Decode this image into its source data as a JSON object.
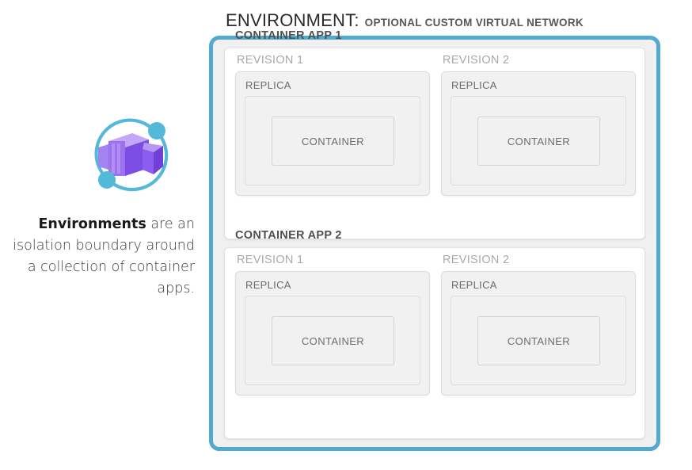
{
  "title": {
    "main": "ENVIRONMENT:",
    "sub": "OPTIONAL CUSTOM VIRTUAL NETWORK"
  },
  "caption": {
    "lead": "Environments",
    "rest": " are an isolation boundary around a collection of container apps."
  },
  "icon": {
    "name": "azure-container-apps-icon",
    "purple_light": "#a383f0",
    "purple_mid": "#8a5cf0",
    "purple_dark": "#6f3fd6",
    "teal": "#53b9d8"
  },
  "colors": {
    "environment_border": "#52a9d2",
    "environment_fill": "#f0f0f0",
    "app_fill": "#ffffff",
    "box_border": "#dcdcdc",
    "app_label_text": "#4f4f4f",
    "revision_label_text": "#a9a9a9",
    "inner_label_text": "#6c6c6c"
  },
  "environment": {
    "container_apps": [
      {
        "label": "CONTAINER APP 1",
        "revisions": [
          {
            "label": "REVISION 1",
            "replica": {
              "label": "REPLICA",
              "container": {
                "label": "CONTAINER"
              }
            }
          },
          {
            "label": "REVISION 2",
            "replica": {
              "label": "REPLICA",
              "container": {
                "label": "CONTAINER"
              }
            }
          }
        ]
      },
      {
        "label": "CONTAINER APP 2",
        "revisions": [
          {
            "label": "REVISION 1",
            "replica": {
              "label": "REPLICA",
              "container": {
                "label": "CONTAINER"
              }
            }
          },
          {
            "label": "REVISION 2",
            "replica": {
              "label": "REPLICA",
              "container": {
                "label": "CONTAINER"
              }
            }
          }
        ]
      }
    ]
  }
}
